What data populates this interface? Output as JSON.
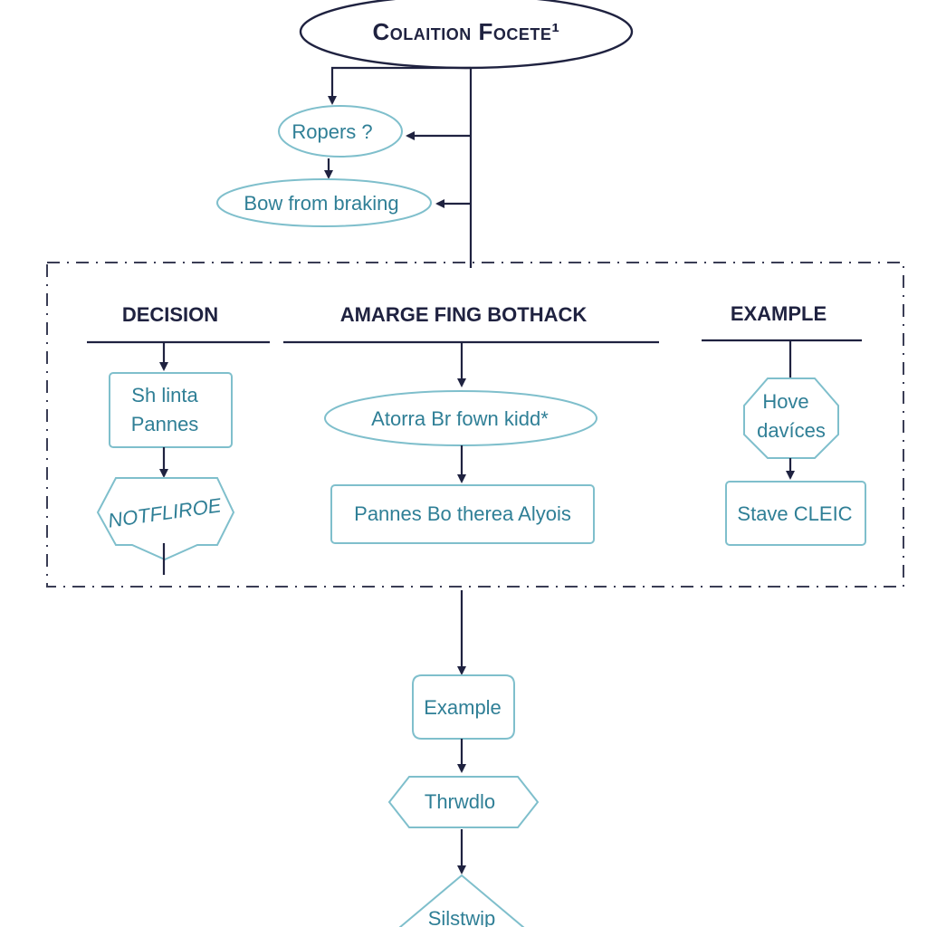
{
  "title": "Colaition Focete¹",
  "nodes": {
    "ropers": "Ropers ?",
    "bow": "Bow from braking",
    "sh_linta_1": "Sh linta",
    "sh_linta_2": "Pannes",
    "notflroe": "ΝOTFLIROE",
    "atorra": "Atorra Br fown kidd*",
    "pannes_bo": "Pannes Bo therea Alyois",
    "hove_1": "Hove",
    "hove_2": "davíces",
    "stave": "Stave CLEIC",
    "example_node": "Example",
    "thrwdlo": "Thrwdlo",
    "silstwip": "Silstwip"
  },
  "columns": {
    "decision": "DECISION",
    "amarge": "AMARGE FING BOTHACK",
    "example": "EXAMPLE"
  },
  "colors": {
    "line": "#1f2240",
    "node_stroke": "#7fbfcc",
    "node_text": "#2f7f96"
  }
}
